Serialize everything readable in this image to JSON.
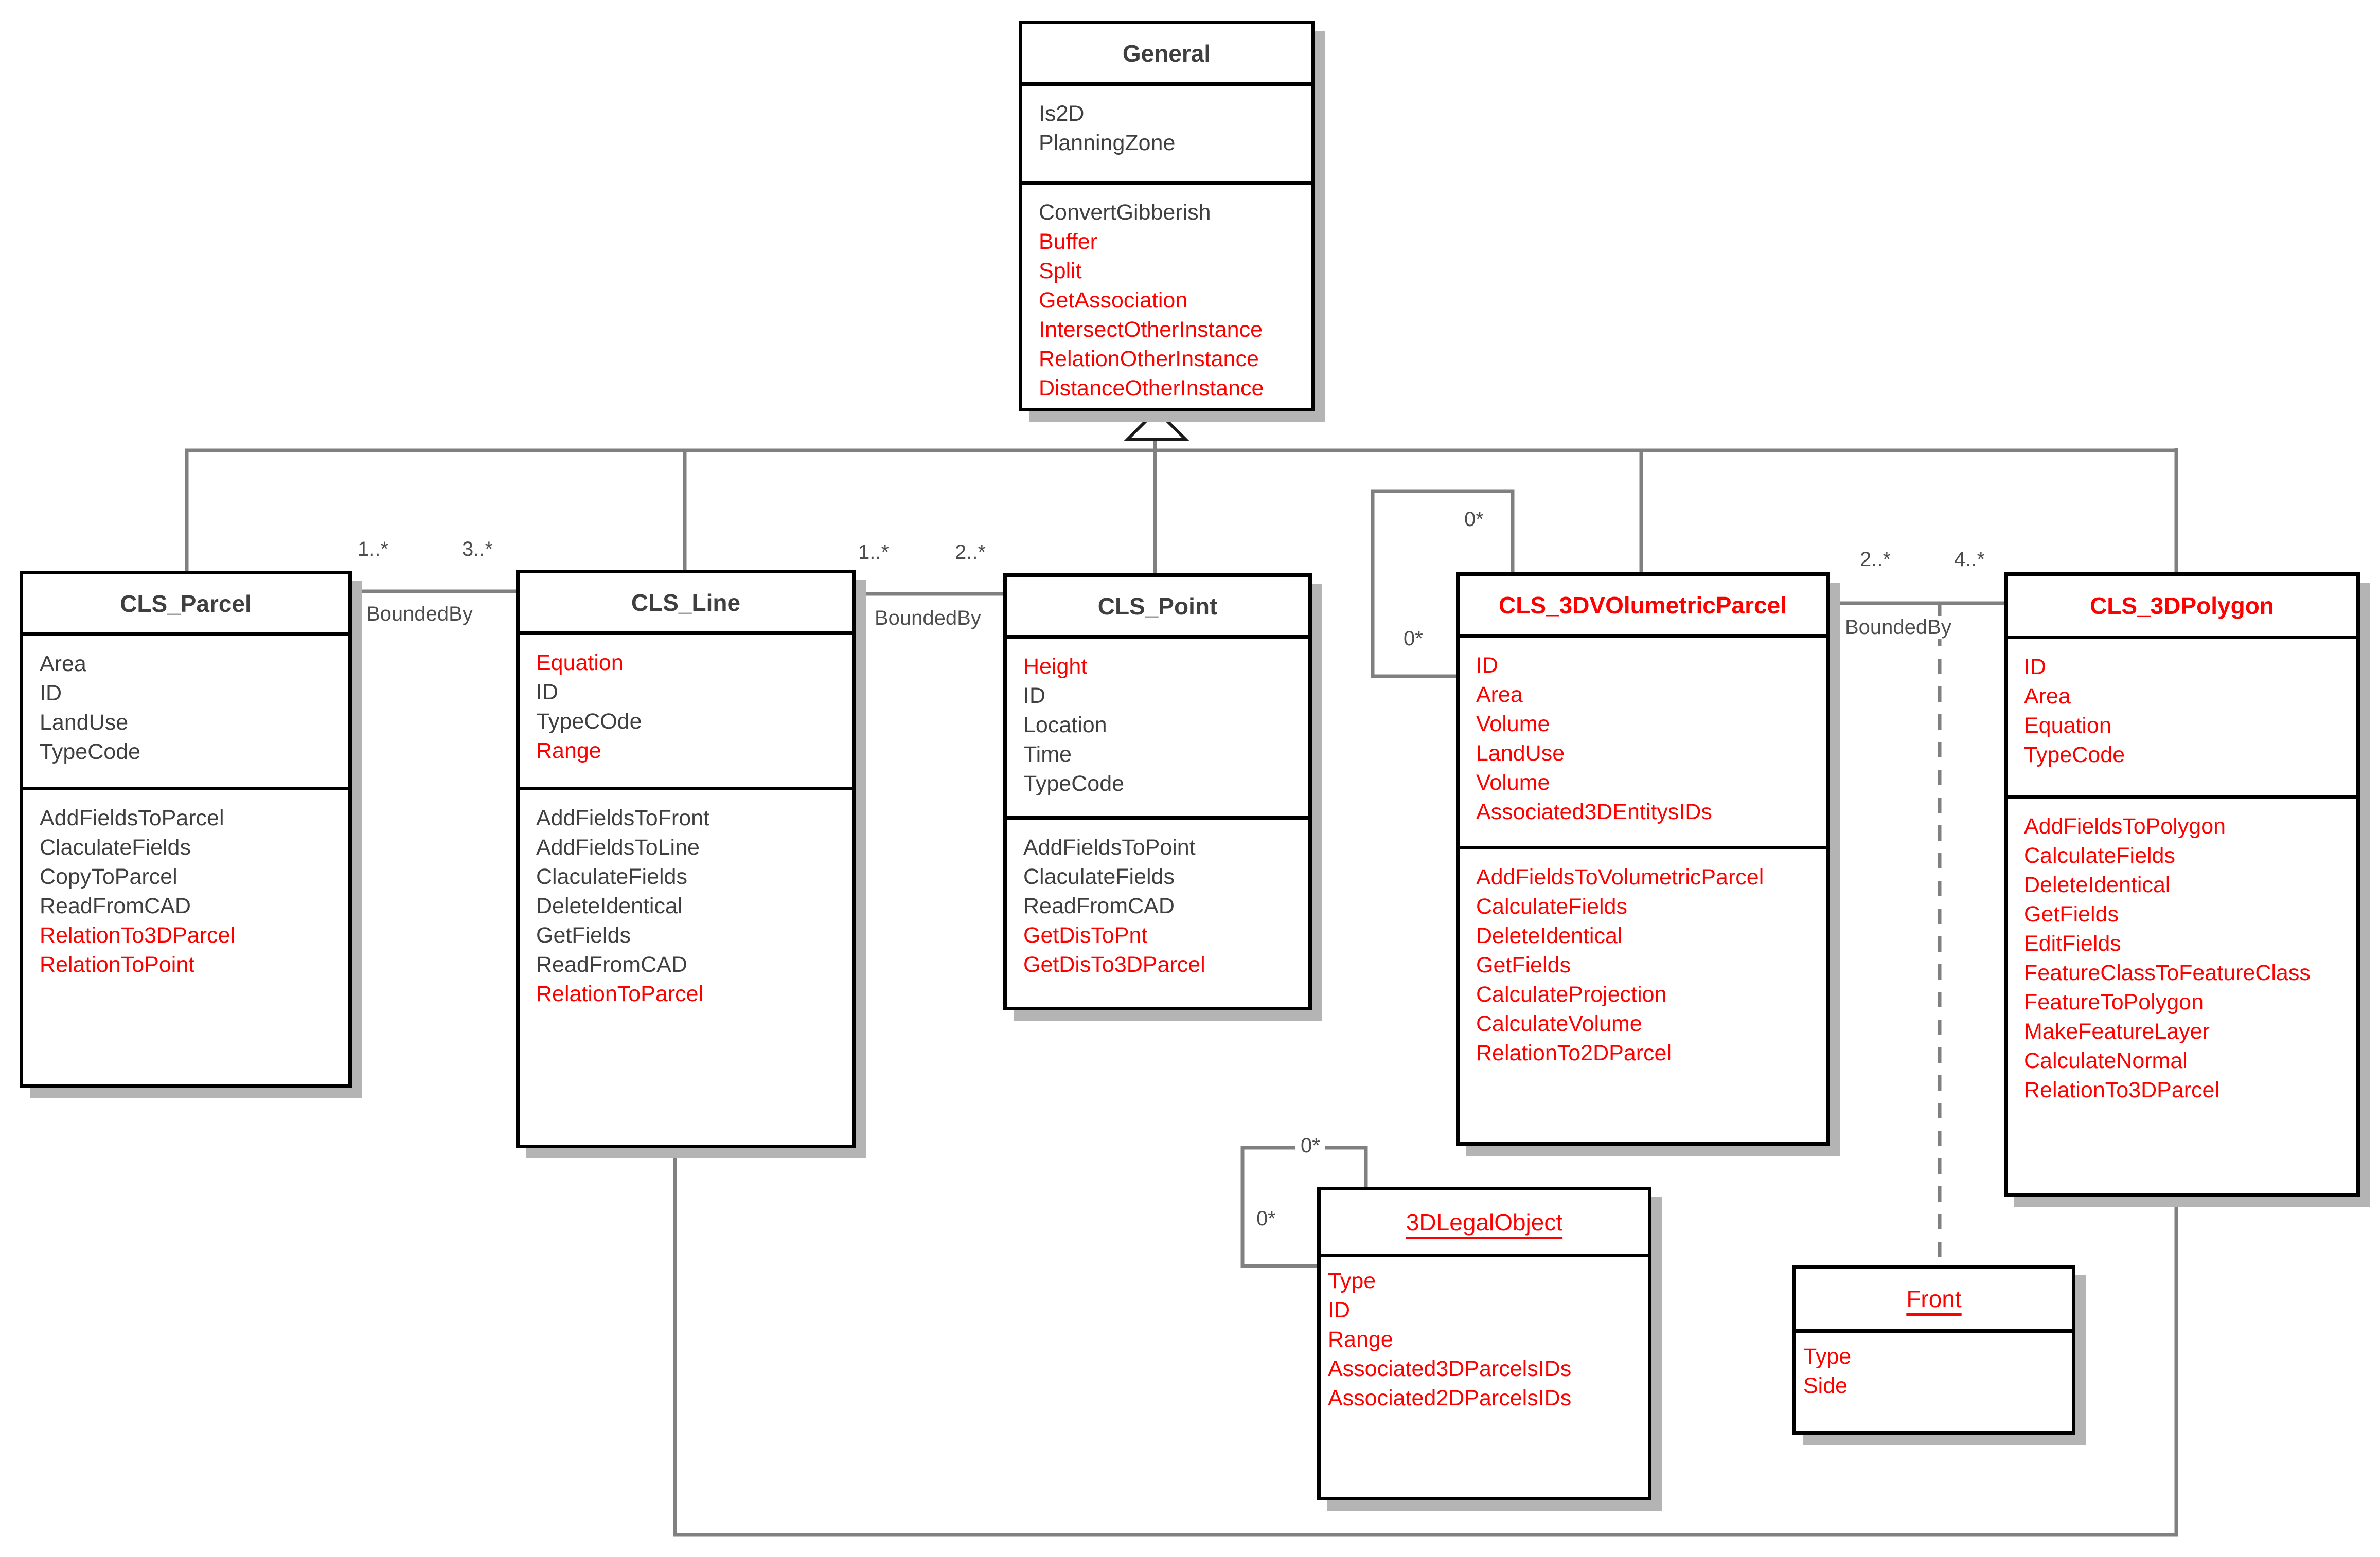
{
  "title": "UML class diagram",
  "colors": {
    "highlight": "#ff0000",
    "text": "#3f3f3f",
    "box_border": "#000000",
    "connector": "#808080",
    "box_shadow": "#b4b4b4"
  },
  "icons": {
    "inheritance": "hollow-triangle-up-icon"
  },
  "classes": {
    "general": {
      "title": "General",
      "title_color": "black",
      "attributes": [
        {
          "text": "Is2D",
          "color": "black"
        },
        {
          "text": "PlanningZone",
          "color": "black"
        }
      ],
      "methods": [
        {
          "text": "ConvertGibberish",
          "color": "black"
        },
        {
          "text": "Buffer",
          "color": "red"
        },
        {
          "text": "Split",
          "color": "red"
        },
        {
          "text": "GetAssociation",
          "color": "red"
        },
        {
          "text": "IntersectOtherInstance",
          "color": "red"
        },
        {
          "text": "RelationOtherInstance",
          "color": "red"
        },
        {
          "text": "DistanceOtherInstance",
          "color": "red"
        }
      ]
    },
    "cls_parcel": {
      "title": "CLS_Parcel",
      "title_color": "black",
      "attributes": [
        {
          "text": "Area",
          "color": "black"
        },
        {
          "text": "ID",
          "color": "black"
        },
        {
          "text": "LandUse",
          "color": "black"
        },
        {
          "text": "TypeCode",
          "color": "black"
        }
      ],
      "methods": [
        {
          "text": "AddFieldsToParcel",
          "color": "black"
        },
        {
          "text": "ClaculateFields",
          "color": "black"
        },
        {
          "text": "CopyToParcel",
          "color": "black"
        },
        {
          "text": "ReadFromCAD",
          "color": "black"
        },
        {
          "text": "RelationTo3DParcel",
          "color": "red"
        },
        {
          "text": "RelationToPoint",
          "color": "red"
        }
      ]
    },
    "cls_line": {
      "title": "CLS_Line",
      "title_color": "black",
      "attributes": [
        {
          "text": "Equation",
          "color": "red"
        },
        {
          "text": "ID",
          "color": "black"
        },
        {
          "text": "TypeCOde",
          "color": "black"
        },
        {
          "text": "Range",
          "color": "red"
        }
      ],
      "methods": [
        {
          "text": "AddFieldsToFront",
          "color": "black"
        },
        {
          "text": "AddFieldsToLine",
          "color": "black"
        },
        {
          "text": "ClaculateFields",
          "color": "black"
        },
        {
          "text": "DeleteIdentical",
          "color": "black"
        },
        {
          "text": "GetFields",
          "color": "black"
        },
        {
          "text": "ReadFromCAD",
          "color": "black"
        },
        {
          "text": "RelationToParcel",
          "color": "red"
        }
      ]
    },
    "cls_point": {
      "title": "CLS_Point",
      "title_color": "black",
      "attributes": [
        {
          "text": "Height",
          "color": "red"
        },
        {
          "text": "ID",
          "color": "black"
        },
        {
          "text": "Location",
          "color": "black"
        },
        {
          "text": "Time",
          "color": "black"
        },
        {
          "text": "TypeCode",
          "color": "black"
        }
      ],
      "methods": [
        {
          "text": "AddFieldsToPoint",
          "color": "black"
        },
        {
          "text": "ClaculateFields",
          "color": "black"
        },
        {
          "text": "ReadFromCAD",
          "color": "black"
        },
        {
          "text": "GetDisToPnt",
          "color": "red"
        },
        {
          "text": "GetDisTo3DParcel",
          "color": "red"
        }
      ]
    },
    "cls_3dvolumetricparcel": {
      "title": "CLS_3DVOlumetricParcel",
      "title_color": "red",
      "attributes": [
        {
          "text": "ID",
          "color": "red"
        },
        {
          "text": "Area",
          "color": "red"
        },
        {
          "text": "Volume",
          "color": "red"
        },
        {
          "text": "LandUse",
          "color": "red"
        },
        {
          "text": "Volume",
          "color": "red"
        },
        {
          "text": "Associated3DEntitysIDs",
          "color": "red"
        }
      ],
      "methods": [
        {
          "text": "AddFieldsToVolumetricParcel",
          "color": "red"
        },
        {
          "text": "CalculateFields",
          "color": "red"
        },
        {
          "text": "DeleteIdentical",
          "color": "red"
        },
        {
          "text": "GetFields",
          "color": "red"
        },
        {
          "text": "CalculateProjection",
          "color": "red"
        },
        {
          "text": "CalculateVolume",
          "color": "red"
        },
        {
          "text": "RelationTo2DParcel",
          "color": "red"
        }
      ]
    },
    "cls_3dpolygon": {
      "title": "CLS_3DPolygon",
      "title_color": "red",
      "attributes": [
        {
          "text": "ID",
          "color": "red"
        },
        {
          "text": "Area",
          "color": "red"
        },
        {
          "text": "Equation",
          "color": "red"
        },
        {
          "text": "TypeCode",
          "color": "red"
        }
      ],
      "methods": [
        {
          "text": "AddFieldsToPolygon",
          "color": "red"
        },
        {
          "text": "CalculateFields",
          "color": "red"
        },
        {
          "text": "DeleteIdentical",
          "color": "red"
        },
        {
          "text": "GetFields",
          "color": "red"
        },
        {
          "text": "EditFields",
          "color": "red"
        },
        {
          "text": "FeatureClassToFeatureClass",
          "color": "red"
        },
        {
          "text": "FeatureToPolygon",
          "color": "red"
        },
        {
          "text": "MakeFeatureLayer",
          "color": "red"
        },
        {
          "text": "CalculateNormal",
          "color": "red"
        },
        {
          "text": "RelationTo3DParcel",
          "color": "red"
        }
      ]
    },
    "legal_object": {
      "title": "3DLegalObject",
      "title_color": "red",
      "attributes": [
        {
          "text": "Type",
          "color": "red"
        },
        {
          "text": "ID",
          "color": "red"
        },
        {
          "text": "Range",
          "color": "red"
        },
        {
          "text": "Associated3DParcelsIDs",
          "color": "red"
        },
        {
          "text": "Associated2DParcelsIDs",
          "color": "red"
        }
      ],
      "methods": []
    },
    "front": {
      "title": "Front",
      "title_color": "red",
      "attributes": [
        {
          "text": "Type",
          "color": "red"
        },
        {
          "text": "Side",
          "color": "red"
        }
      ],
      "methods": []
    }
  },
  "relations": {
    "parcel_line": {
      "label": "BoundedBy",
      "near_mult": "1..*",
      "far_mult": "3..*"
    },
    "line_point": {
      "label": "BoundedBy",
      "near_mult": "1..*",
      "far_mult": "2..*"
    },
    "vol_polygon": {
      "label": "BoundedBy",
      "near_mult": "2..*",
      "far_mult": "4..*"
    },
    "vol_self": {
      "top_mult": "0*",
      "side_mult": "0*"
    },
    "legal_self": {
      "top_mult": "0*",
      "side_mult": "0*"
    }
  }
}
